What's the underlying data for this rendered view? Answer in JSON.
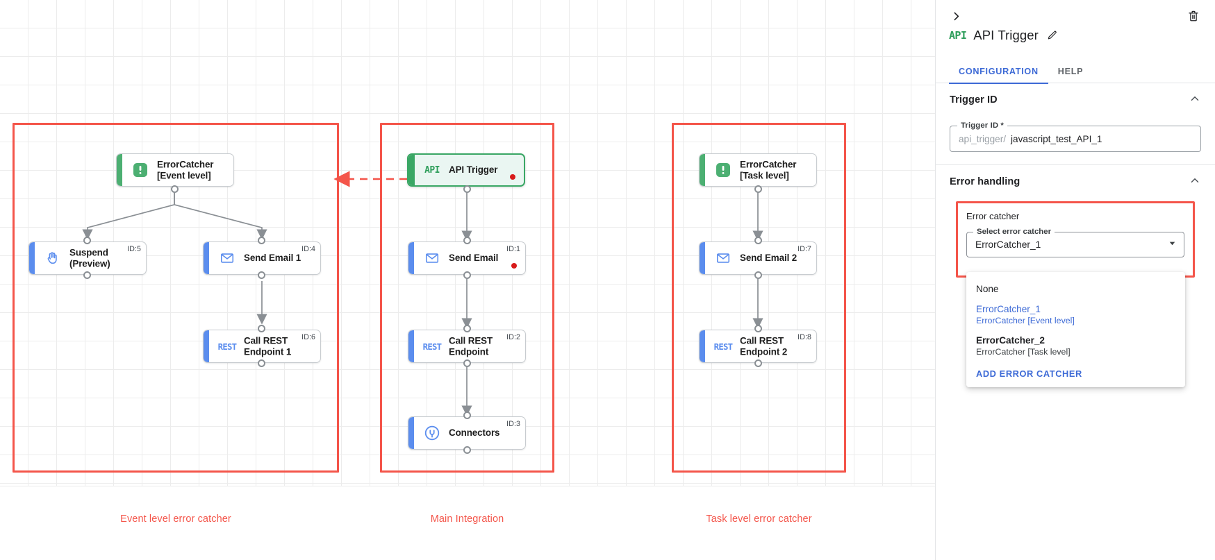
{
  "canvas": {
    "groups": [
      {
        "label": "Event level error catcher"
      },
      {
        "label": "Main Integration"
      },
      {
        "label": "Task level error catcher"
      }
    ],
    "nodes": [
      {
        "id": "errorcatcher-event",
        "label": "ErrorCatcher\n[Event level]",
        "icon": "error-catcher-icon",
        "idtag": "",
        "accent": "green"
      },
      {
        "id": "suspend-preview",
        "label": "Suspend\n(Preview)",
        "icon": "hand-icon",
        "idtag": "ID:5",
        "accent": "blue"
      },
      {
        "id": "send-email-1",
        "label": "Send Email 1",
        "icon": "envelope-icon",
        "idtag": "ID:4",
        "accent": "blue"
      },
      {
        "id": "call-rest-1",
        "label": "Call REST\nEndpoint 1",
        "icon": "rest-icon",
        "idtag": "ID:6",
        "accent": "blue"
      },
      {
        "id": "api-trigger",
        "label": "API Trigger",
        "icon": "api-icon",
        "idtag": "",
        "accent": "green"
      },
      {
        "id": "send-email",
        "label": "Send Email",
        "icon": "envelope-icon",
        "idtag": "ID:1",
        "accent": "blue"
      },
      {
        "id": "call-rest",
        "label": "Call REST\nEndpoint",
        "icon": "rest-icon",
        "idtag": "ID:2",
        "accent": "blue"
      },
      {
        "id": "connectors",
        "label": "Connectors",
        "icon": "connectors-icon",
        "idtag": "ID:3",
        "accent": "blue"
      },
      {
        "id": "errorcatcher-task",
        "label": "ErrorCatcher\n[Task level]",
        "icon": "error-catcher-icon",
        "idtag": "",
        "accent": "green"
      },
      {
        "id": "send-email-2",
        "label": "Send Email 2",
        "icon": "envelope-icon",
        "idtag": "ID:7",
        "accent": "blue"
      },
      {
        "id": "call-rest-2",
        "label": "Call REST\nEndpoint 2",
        "icon": "rest-icon",
        "idtag": "ID:8",
        "accent": "blue"
      }
    ]
  },
  "panel": {
    "title": "API Trigger",
    "icon_label": "API",
    "tabs": [
      {
        "label": "CONFIGURATION",
        "active": true
      },
      {
        "label": "HELP",
        "active": false
      }
    ],
    "trigger_section": {
      "heading": "Trigger ID",
      "field_legend": "Trigger ID *",
      "prefix": "api_trigger/",
      "value": "javascript_test_API_1"
    },
    "error_section": {
      "heading": "Error handling",
      "caption": "Error catcher",
      "select_legend": "Select error catcher",
      "selected": "ErrorCatcher_1",
      "options": [
        {
          "title": "None",
          "sub": "",
          "highlighted": false,
          "bold": false
        },
        {
          "title": "ErrorCatcher_1",
          "sub": "ErrorCatcher [Event level]",
          "highlighted": true,
          "bold": false
        },
        {
          "title": "ErrorCatcher_2",
          "sub": "ErrorCatcher [Task level]",
          "highlighted": false,
          "bold": true
        }
      ],
      "action_label": "ADD ERROR CATCHER"
    }
  },
  "colors": {
    "accent_blue": "#3d6ad6",
    "error_red": "#f4554a",
    "node_blue": "#5b8dee",
    "node_green": "#4caf72",
    "error_dot": "#d81b1b"
  }
}
